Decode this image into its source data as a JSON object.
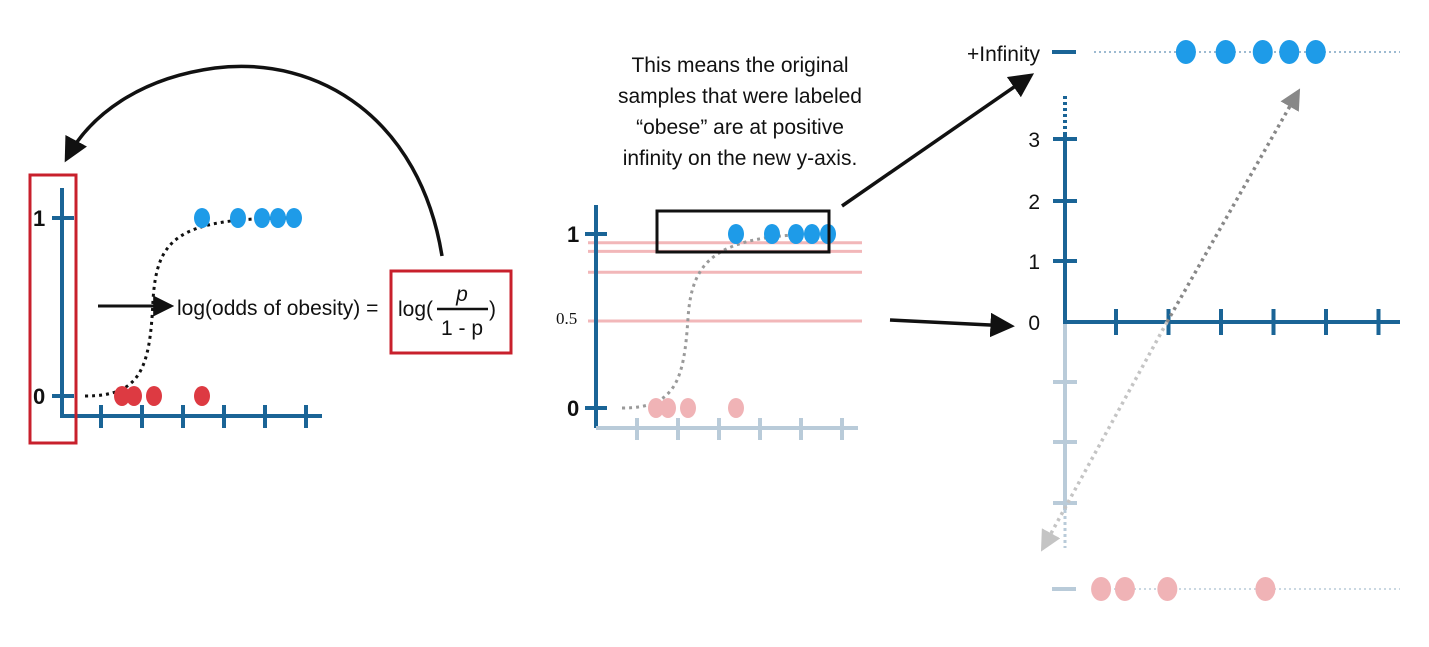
{
  "colors": {
    "axis": "#1a6496",
    "axis_faded": "#b9cbd9",
    "obese": "#1e9be8",
    "not_obese": "#dd3a42",
    "not_obese_faded": "#f0b3b6",
    "threshold_lines": "#f2b7b9",
    "highlight_red": "#c8202c",
    "curve": "#111111",
    "curve_faded": "#9a9a9a"
  },
  "left_plot": {
    "y_tick_1": "1",
    "y_tick_0": "0",
    "obese_x": [
      0.3,
      0.75,
      1.05,
      1.25,
      1.45
    ],
    "not_obese_x": [
      -0.7,
      -0.55,
      -0.3,
      0.3
    ],
    "x_tick_count": 6
  },
  "formula": {
    "lhs": "log(odds of obesity) = ",
    "log_open": "log(",
    "numerator": "p",
    "denominator": "1 - p",
    "close": ")"
  },
  "middle_plot": {
    "y_tick_1": "1",
    "y_tick_half": "0.5",
    "y_tick_0": "0",
    "threshold_values": [
      0.5,
      0.78,
      0.9,
      0.95
    ]
  },
  "callout": {
    "lines": [
      "This means the original",
      "samples that were labeled",
      "“obese” are at positive",
      "infinity on the new y-axis."
    ]
  },
  "right_plot": {
    "infinity_label": "+Infinity",
    "y_ticks": [
      "3",
      "2",
      "1",
      "0"
    ],
    "obese_x": [
      0.3,
      1.05,
      1.75,
      2.25,
      2.75
    ],
    "not_obese_x": [
      -1.3,
      -0.85,
      -0.05,
      1.8
    ]
  }
}
